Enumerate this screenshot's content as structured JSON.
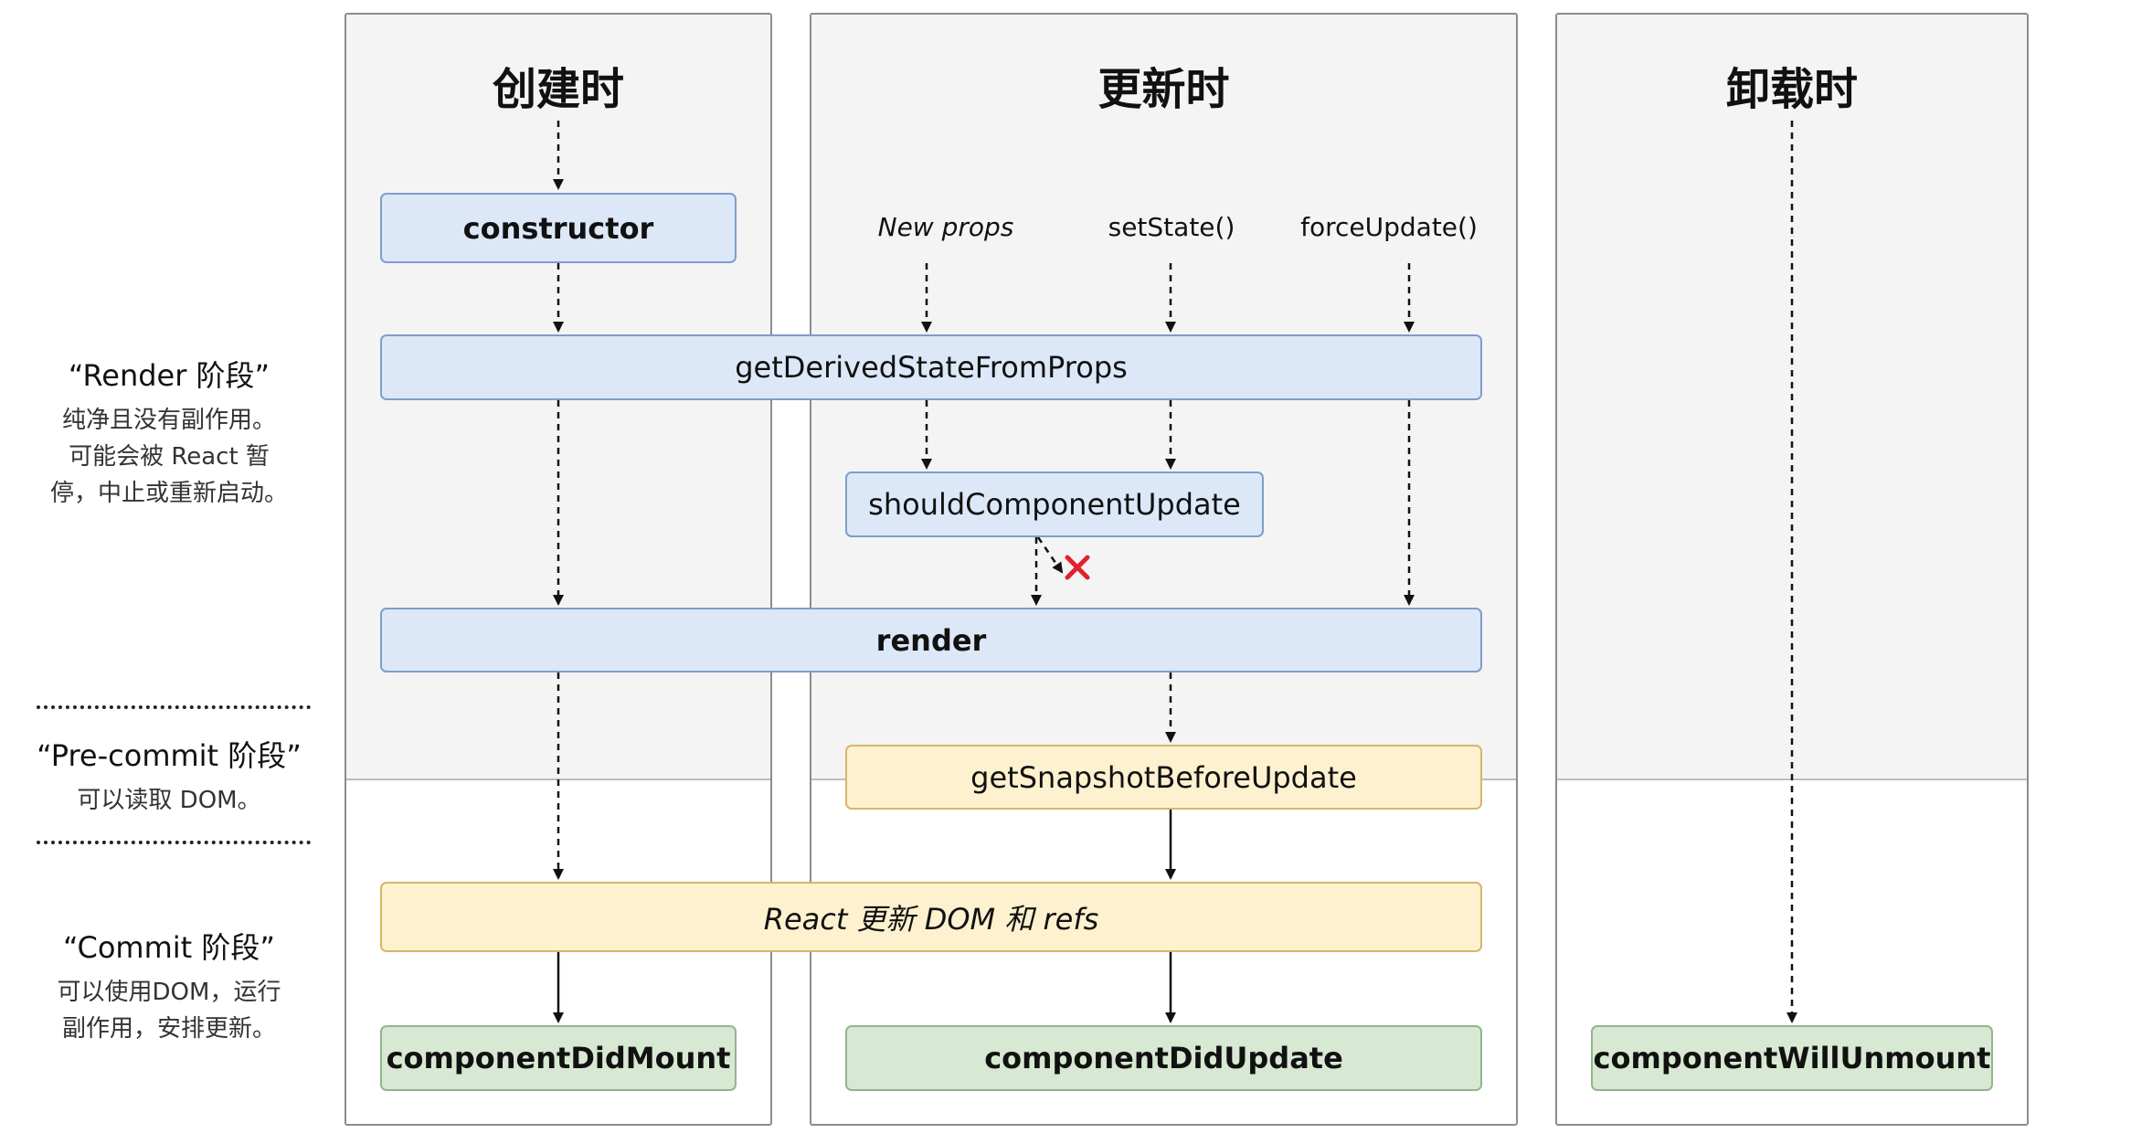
{
  "columns": {
    "mount": "创建时",
    "update": "更新时",
    "unmount": "卸载时"
  },
  "triggers": {
    "new_props": "New props",
    "set_state": "setState()",
    "force_update": "forceUpdate()"
  },
  "nodes": {
    "constructor": "constructor",
    "get_derived": "getDerivedStateFromProps",
    "should_update": "shouldComponentUpdate",
    "render": "render",
    "snapshot": "getSnapshotBeforeUpdate",
    "update_dom": "React 更新 DOM 和 refs",
    "did_mount": "componentDidMount",
    "did_update": "componentDidUpdate",
    "will_unmount": "componentWillUnmount"
  },
  "phases": {
    "render_title": "“Render 阶段”",
    "render_desc": [
      "纯净且没有副作用。",
      "可能会被 React 暂",
      "停，中止或重新启动。"
    ],
    "precommit_title": "“Pre-commit 阶段”",
    "precommit_desc": [
      "可以读取 DOM。"
    ],
    "commit_title": "“Commit 阶段”",
    "commit_desc": [
      "可以使用DOM，运行",
      "副作用，安排更新。"
    ]
  },
  "colors": {
    "render_node": "#dce8f8",
    "commit_node": "#fdf1cf",
    "lifecycle_end": "#d7e8d3",
    "cancel_mark": "#e0212e"
  }
}
